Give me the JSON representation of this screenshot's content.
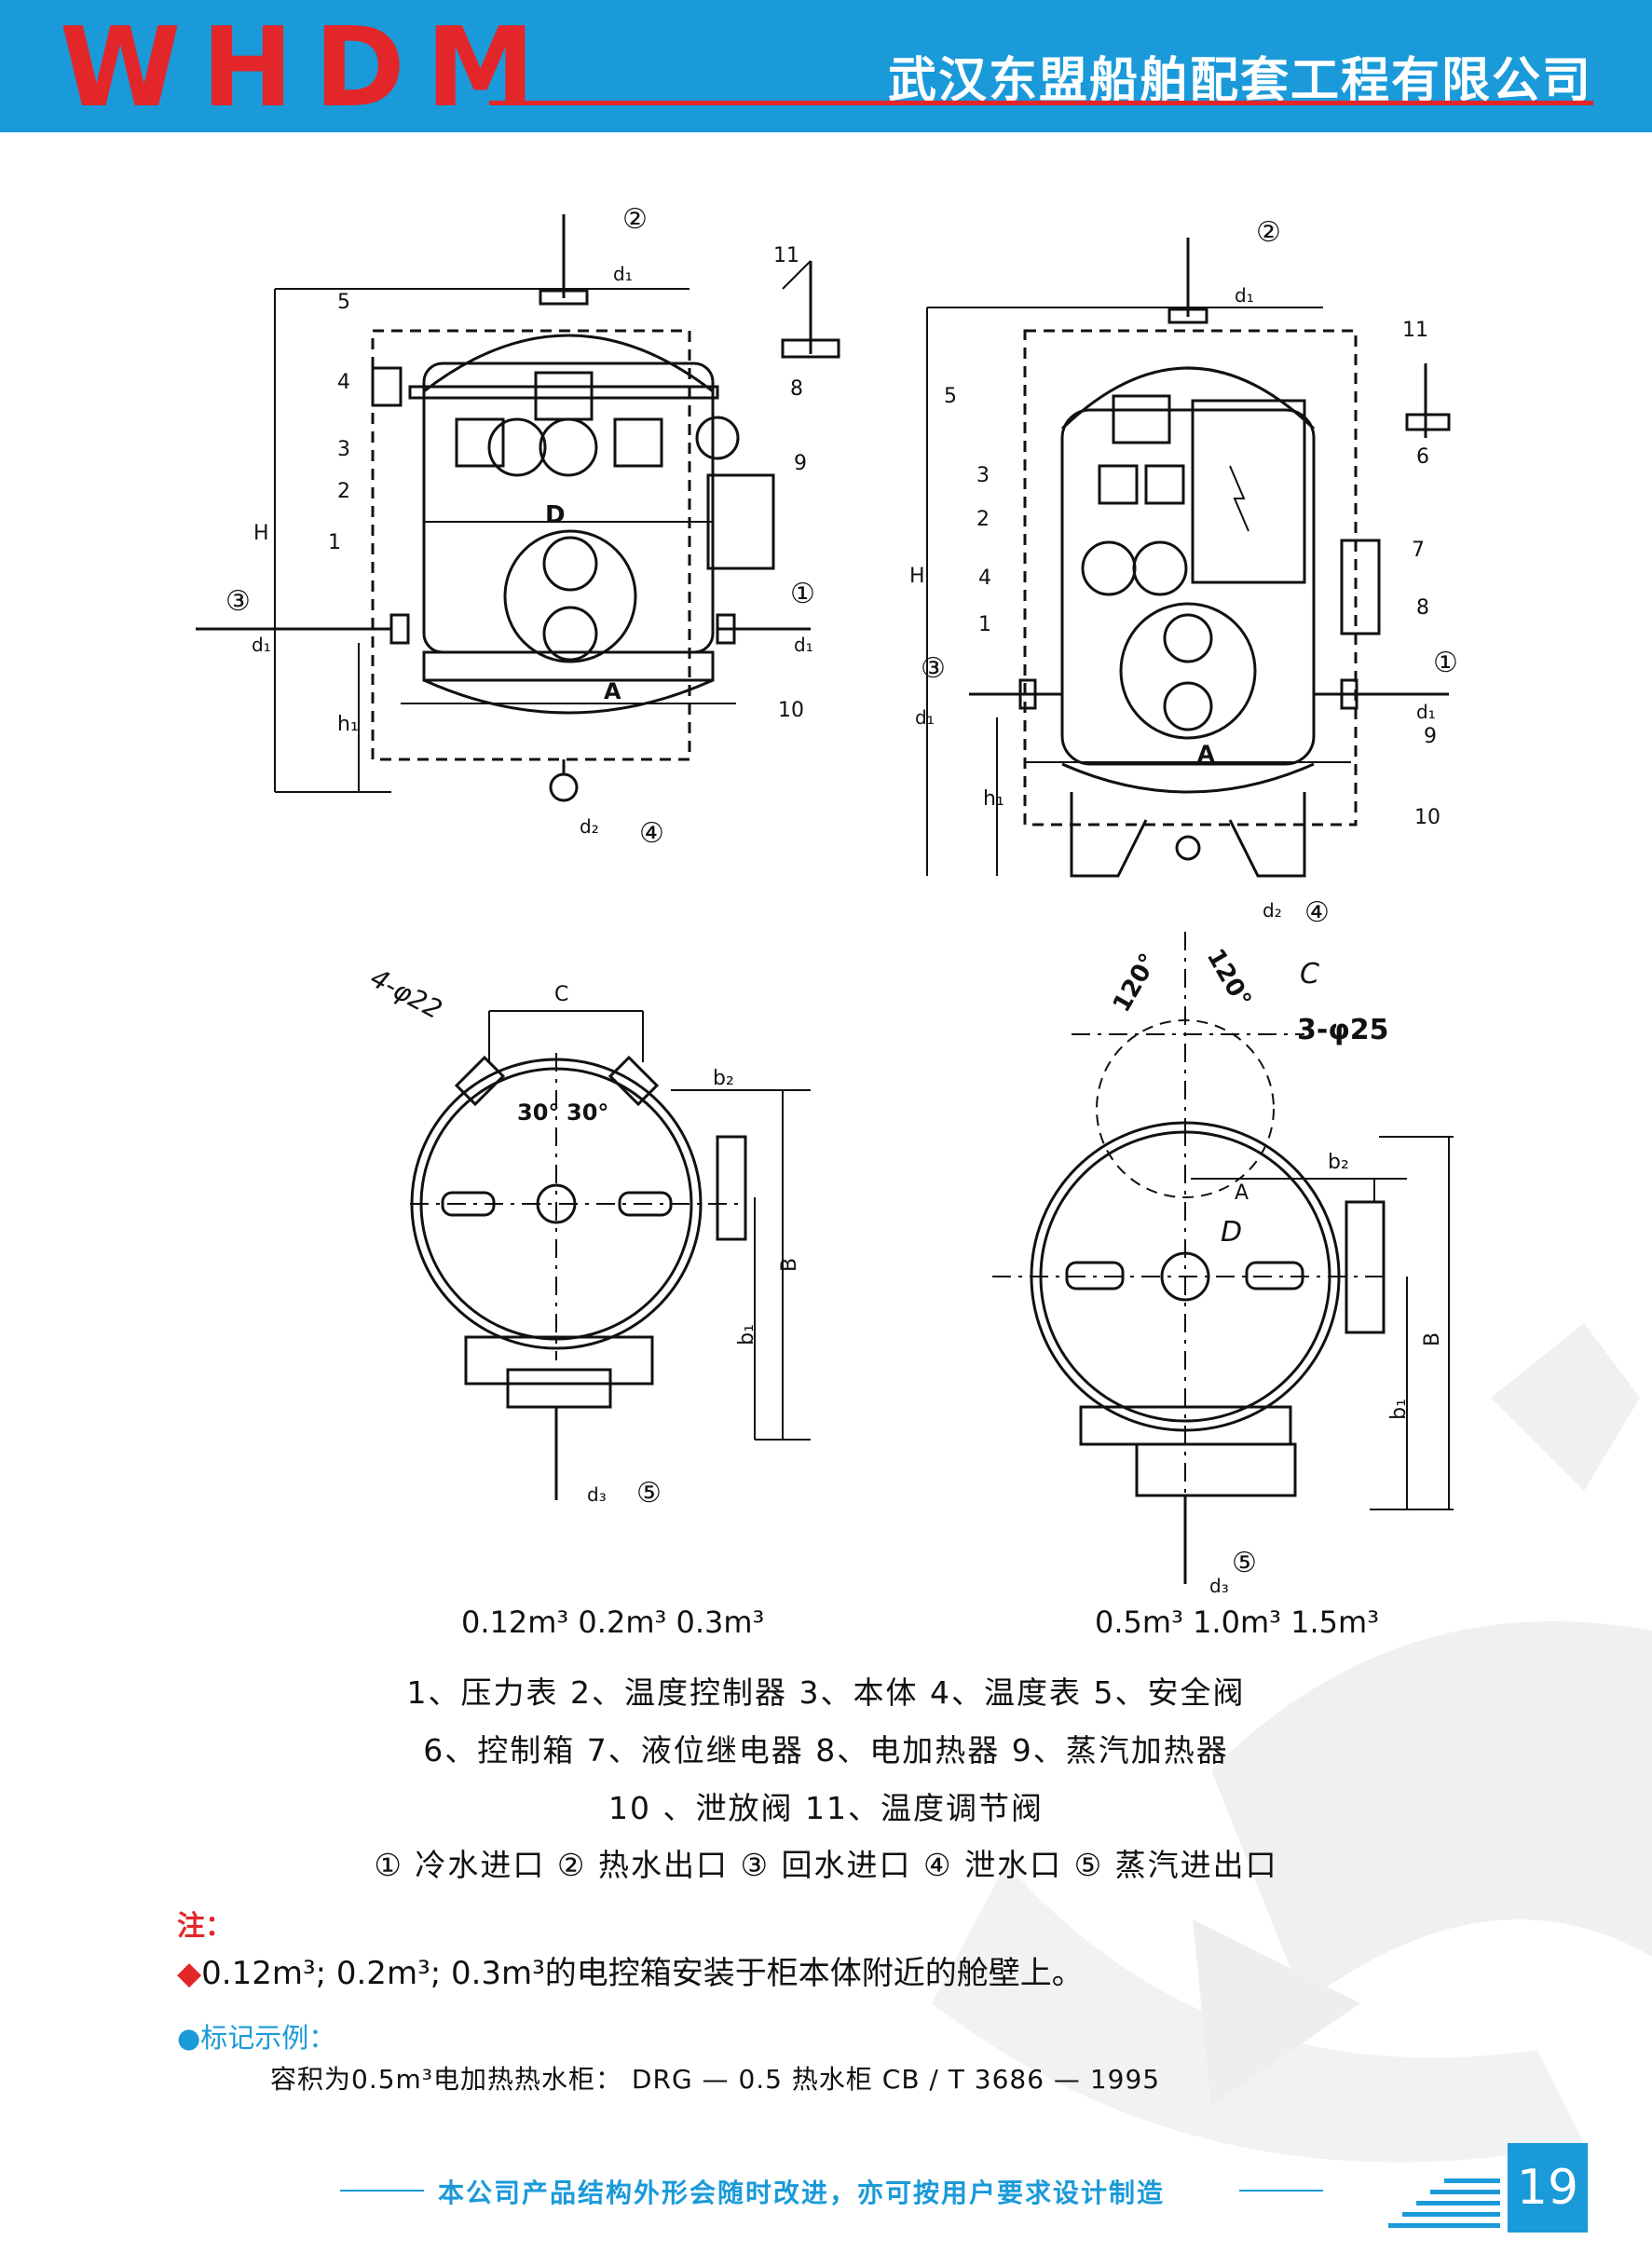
{
  "header": {
    "logo": "WHDM",
    "company": "武汉东盟船舶配套工程有限公司",
    "bg_color": "#1a9ad9",
    "accent_color": "#e3262a"
  },
  "captions": {
    "left": "0.12m³  0.2m³  0.3m³",
    "right": "0.5m³  1.0m³  1.5m³"
  },
  "legend": {
    "line1": "1、压力表  2、温度控制器  3、本体  4、温度表  5、安全阀",
    "line2": "6、控制箱  7、液位继电器  8、电加热器  9、蒸汽加热器",
    "line3": "10 、泄放阀  11、温度调节阀",
    "line4": "① 冷水进口  ② 热水出口  ③ 回水进口  ④ 泄水口  ⑤ 蒸汽进出口"
  },
  "note": {
    "title": "注：",
    "text": "0.12m³; 0.2m³; 0.3m³的电控箱安装于柜本体附近的舱壁上。"
  },
  "example": {
    "title": "●标记示例：",
    "text": "容积为0.5m³电加热热水柜：  DRG — 0.5 热水柜 CB / T 3686 — 1995"
  },
  "footer": {
    "text": "本公司产品结构外形会随时改进，亦可按用户要求设计制造",
    "page_number": "19"
  },
  "drawing_labels": {
    "port1": "①",
    "port2": "②",
    "port3": "③",
    "port4": "④",
    "port5": "⑤",
    "n1": "1",
    "n2": "2",
    "n3": "3",
    "n4": "4",
    "n5": "5",
    "n6": "6",
    "n7": "7",
    "n8": "8",
    "n9": "9",
    "n10": "10",
    "n11": "11",
    "d1": "d₁",
    "d2": "d₂",
    "d3": "d₃",
    "H": "H",
    "h1": "h₁",
    "D": "D",
    "A": "A",
    "B": "B",
    "C": "C",
    "b1": "b₁",
    "b2": "b₂",
    "holes_left": "4-φ22",
    "holes_right": "3-φ25",
    "angle30": "30°",
    "angle120": "120°"
  }
}
